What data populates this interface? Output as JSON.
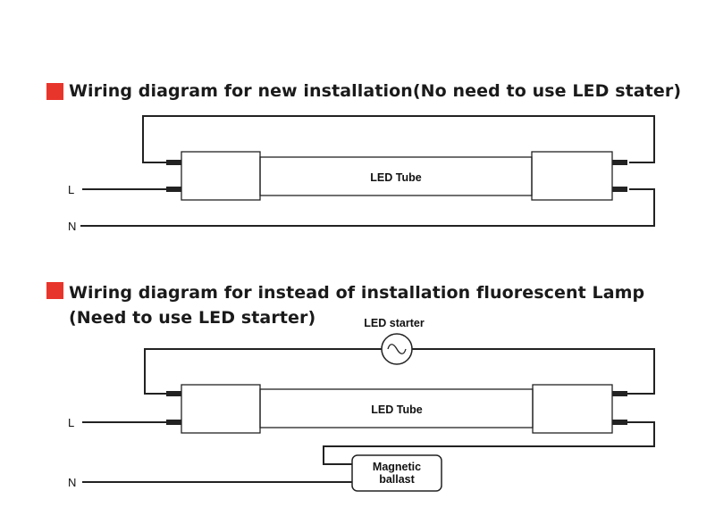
{
  "diagram1": {
    "heading": "Wiring diagram for new installation(No need to use LED stater)",
    "tube_label": "LED Tube",
    "line_label": "L",
    "neutral_label": "N"
  },
  "diagram2": {
    "heading_line1": "Wiring diagram for instead of installation fluorescent Lamp",
    "heading_line2": "(Need to use LED starter)",
    "starter_label": "LED starter",
    "tube_label": "LED Tube",
    "line_label": "L",
    "neutral_label": "N",
    "ballast_label_line1": "Magnetic",
    "ballast_label_line2": "ballast"
  },
  "colors": {
    "accent": "#e8352b",
    "wire": "#222222"
  },
  "icons": {
    "starter": "ac-sine-icon"
  }
}
